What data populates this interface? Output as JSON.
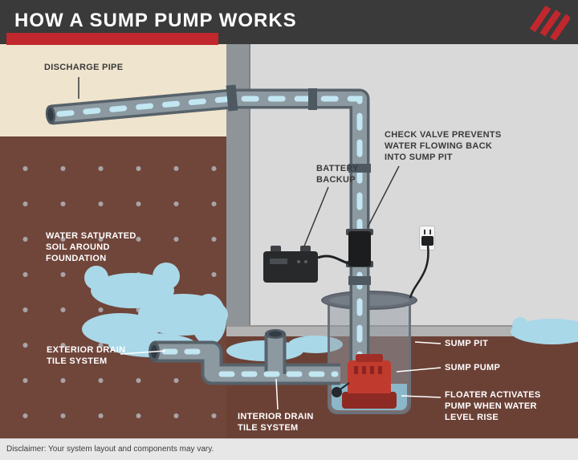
{
  "header": {
    "title": "HOW A SUMP PUMP WORKS"
  },
  "labels": {
    "discharge_pipe": "DISCHARGE PIPE",
    "water_saturated_soil": [
      "WATER SATURATED",
      "SOIL AROUND",
      "FOUNDATION"
    ],
    "battery_backup": [
      "BATTERY",
      "BACKUP"
    ],
    "check_valve": [
      "CHECK VALVE PREVENTS",
      "WATER FLOWING BACK",
      "INTO SUMP PIT"
    ],
    "exterior_drain": [
      "EXTERIOR DRAIN",
      "TILE SYSTEM"
    ],
    "interior_drain": [
      "INTERIOR DRAIN",
      "TILE SYSTEM"
    ],
    "sump_pit": "SUMP PIT",
    "sump_pump": "SUMP PUMP",
    "floater": [
      "FLOATER ACTIVATES",
      "PUMP WHEN WATER",
      "LEVEL RISE"
    ]
  },
  "footer": {
    "disclaimer": "Disclaimer: Your system layout and components may vary."
  },
  "icons": {
    "brand_logo": "red-diagonal-stripes-logo"
  },
  "colors": {
    "header_bg": "#3a3a3a",
    "accent_red": "#c1272d",
    "cream_ground": "#efe4cd",
    "soil_brown_left": "#70453a",
    "soil_brown_right": "#6b4136",
    "wall_gray": "#d9d9d9",
    "foundation_gray": "#8f9499",
    "floor_gray": "#b3b3b3",
    "pipe_gray": "#8d99a1",
    "pipe_outline": "#57626a",
    "water_blue": "#a9d8e8",
    "flow_dash_blue": "#c2e7f2",
    "pump_red": "#c13a2e",
    "equipment_black": "#1f2123",
    "label_dark": "#3a3a3a",
    "label_light": "#ffffff"
  }
}
